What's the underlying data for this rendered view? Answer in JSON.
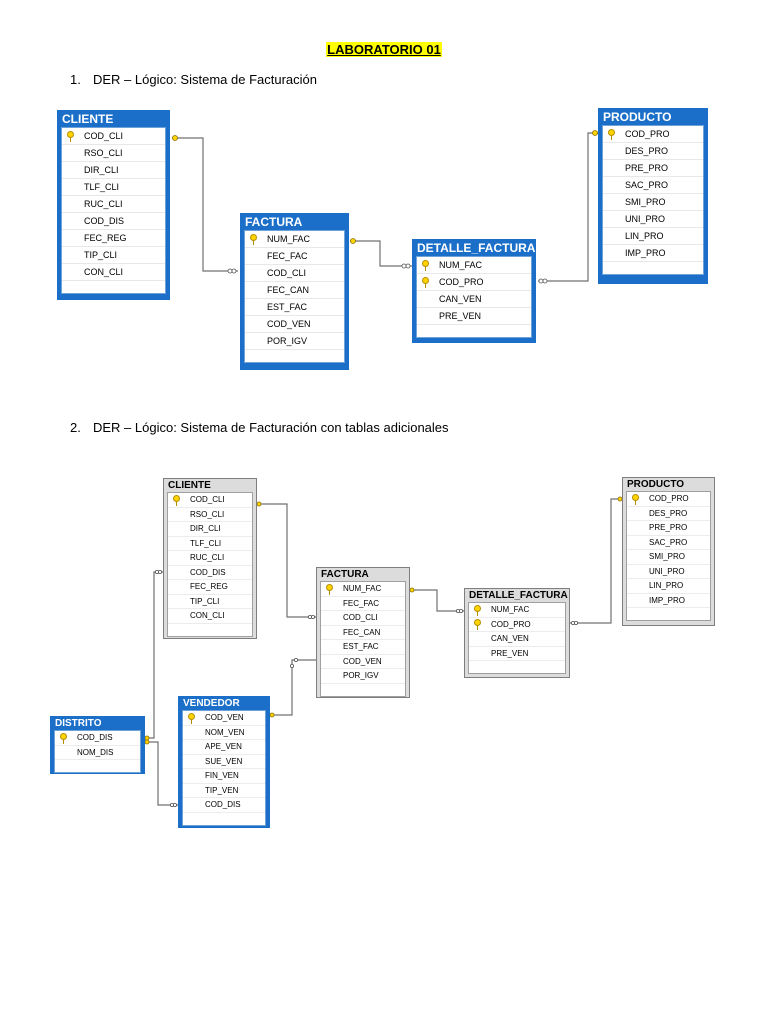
{
  "title": "LABORATORIO 01",
  "sections": [
    {
      "number": "1.",
      "text": "DER – Lógico: Sistema de Facturación"
    },
    {
      "number": "2.",
      "text": "DER – Lógico: Sistema de Facturación con tablas adicionales"
    }
  ],
  "diagram1": {
    "cliente": {
      "name": "CLIENTE",
      "columns": [
        {
          "name": "COD_CLI",
          "pk": true
        },
        {
          "name": "RSO_CLI"
        },
        {
          "name": "DIR_CLI"
        },
        {
          "name": "TLF_CLI"
        },
        {
          "name": "RUC_CLI"
        },
        {
          "name": "COD_DIS"
        },
        {
          "name": "FEC_REG"
        },
        {
          "name": "TIP_CLI"
        },
        {
          "name": "CON_CLI"
        }
      ]
    },
    "factura": {
      "name": "FACTURA",
      "columns": [
        {
          "name": "NUM_FAC",
          "pk": true
        },
        {
          "name": "FEC_FAC"
        },
        {
          "name": "COD_CLI"
        },
        {
          "name": "FEC_CAN"
        },
        {
          "name": "EST_FAC"
        },
        {
          "name": "COD_VEN"
        },
        {
          "name": "POR_IGV"
        }
      ]
    },
    "detalle": {
      "name": "DETALLE_FACTURA",
      "columns": [
        {
          "name": "NUM_FAC",
          "pk": true
        },
        {
          "name": "COD_PRO",
          "pk": true
        },
        {
          "name": "CAN_VEN"
        },
        {
          "name": "PRE_VEN"
        }
      ]
    },
    "producto": {
      "name": "PRODUCTO",
      "columns": [
        {
          "name": "COD_PRO",
          "pk": true
        },
        {
          "name": "DES_PRO"
        },
        {
          "name": "PRE_PRO"
        },
        {
          "name": "SAC_PRO"
        },
        {
          "name": "SMI_PRO"
        },
        {
          "name": "UNI_PRO"
        },
        {
          "name": "LIN_PRO"
        },
        {
          "name": "IMP_PRO"
        }
      ]
    }
  },
  "diagram2": {
    "cliente": {
      "name": "CLIENTE",
      "columns": [
        {
          "name": "COD_CLI",
          "pk": true
        },
        {
          "name": "RSO_CLI"
        },
        {
          "name": "DIR_CLI"
        },
        {
          "name": "TLF_CLI"
        },
        {
          "name": "RUC_CLI"
        },
        {
          "name": "COD_DIS"
        },
        {
          "name": "FEC_REG"
        },
        {
          "name": "TIP_CLI"
        },
        {
          "name": "CON_CLI"
        }
      ]
    },
    "factura": {
      "name": "FACTURA",
      "columns": [
        {
          "name": "NUM_FAC",
          "pk": true
        },
        {
          "name": "FEC_FAC"
        },
        {
          "name": "COD_CLI"
        },
        {
          "name": "FEC_CAN"
        },
        {
          "name": "EST_FAC"
        },
        {
          "name": "COD_VEN"
        },
        {
          "name": "POR_IGV"
        }
      ]
    },
    "detalle": {
      "name": "DETALLE_FACTURA",
      "columns": [
        {
          "name": "NUM_FAC",
          "pk": true
        },
        {
          "name": "COD_PRO",
          "pk": true
        },
        {
          "name": "CAN_VEN"
        },
        {
          "name": "PRE_VEN"
        }
      ]
    },
    "producto": {
      "name": "PRODUCTO",
      "columns": [
        {
          "name": "COD_PRO",
          "pk": true
        },
        {
          "name": "DES_PRO"
        },
        {
          "name": "PRE_PRO"
        },
        {
          "name": "SAC_PRO"
        },
        {
          "name": "SMI_PRO"
        },
        {
          "name": "UNI_PRO"
        },
        {
          "name": "LIN_PRO"
        },
        {
          "name": "IMP_PRO"
        }
      ]
    },
    "distrito": {
      "name": "DISTRITO",
      "columns": [
        {
          "name": "COD_DIS",
          "pk": true
        },
        {
          "name": "NOM_DIS"
        }
      ]
    },
    "vendedor": {
      "name": "VENDEDOR",
      "columns": [
        {
          "name": "COD_VEN",
          "pk": true
        },
        {
          "name": "NOM_VEN"
        },
        {
          "name": "APE_VEN"
        },
        {
          "name": "SUE_VEN"
        },
        {
          "name": "FIN_VEN"
        },
        {
          "name": "TIP_VEN"
        },
        {
          "name": "COD_DIS"
        }
      ]
    }
  },
  "colors": {
    "highlight": "#ffff00",
    "table_header_blue": "#1b6fc8",
    "table_header_gray": "#dcdcdc",
    "key_icon": "#ffd400",
    "relationship_line": "#707070"
  }
}
